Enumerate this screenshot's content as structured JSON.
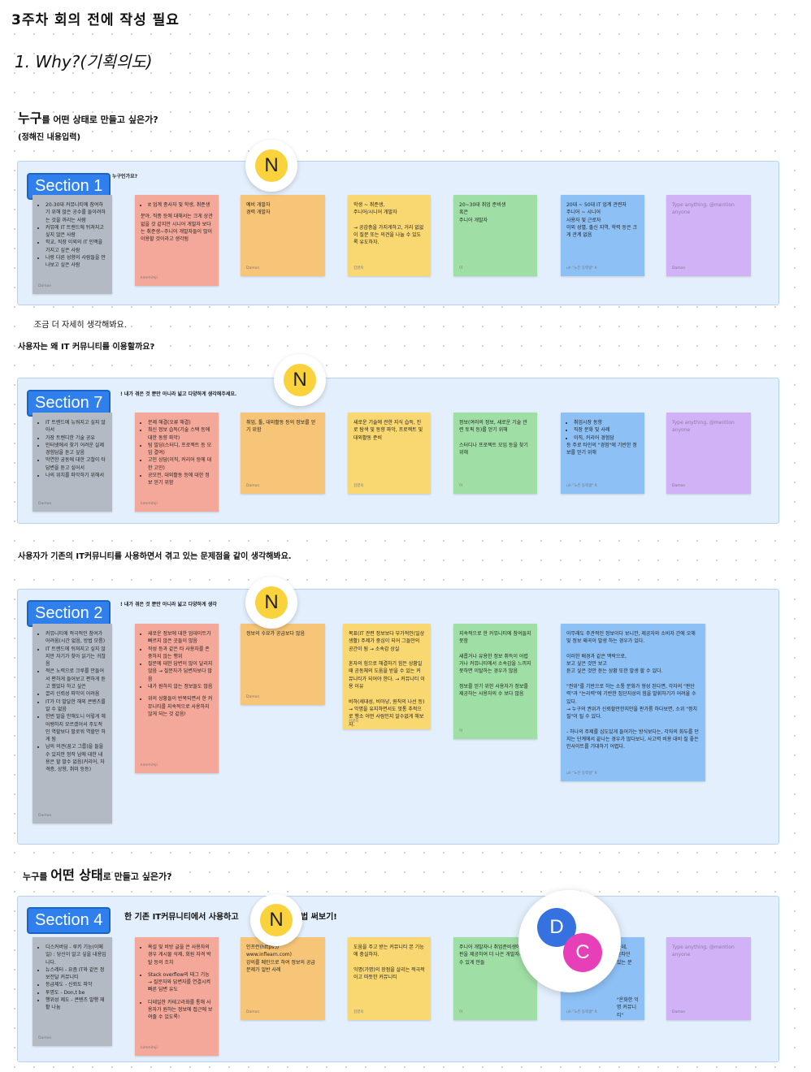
{
  "header": {
    "title": "3주차 회의 전에 작성 필요",
    "why": "1. Why?(기획의도)",
    "who_big": "누구",
    "who_rest": "를 어떤 상태로 만들고 싶은가?",
    "who_sub": "(정해진 내용입력)"
  },
  "texts": {
    "detail_more": "조금 더 자세히 생각해봐요.",
    "why_use": "사용자는 왜 IT 커뮤니티를 이용할까요?",
    "problems": "사용자가 기존의 IT커뮤니티를 사용하면서 겪고 있는 문제점을 같이 생각해봐요.",
    "state_pre": "누구를",
    "state_big": "어떤 상태",
    "state_post": "로 만들고 싶은가?"
  },
  "sections": [
    {
      "label": "Section 1",
      "header": "누구인가요?",
      "notes": [
        {
          "color": "grey",
          "bullets": [
            "20-30대 커뮤니티에 참여하기 위해 많은 공수를 들이려하는 것을 꺼리는 사람",
            "커뮤에 IT 트렌드에 뒤쳐지고 싶지 않은 사람",
            "학교, 직장 이외의 IT 인맥을 가지고 싶은 사람",
            "나랑 다른 성향의 사람들을 만나보고 싶은 사람"
          ],
          "author": "Damon"
        },
        {
          "color": "salmon",
          "bullets": [
            "It 업계 종사자 및 학생, 취준생"
          ],
          "body": "분야, 직종 등에 대해서는 크게 상관없을 것 같지만 시니어 개발자 보다는 취준생~주니어 개발자들이 많이 이용할 것이라고 생각됨",
          "author": "kimmimji"
        },
        {
          "color": "orange",
          "body": "예비 개발자\n경력 개발자",
          "author": "Damon"
        },
        {
          "color": "yellow",
          "body": "학생 ~ 취준생,\n주니어/시니어 개발자\n\n→ 공감층을 가지게하고, 거리 없없이 질문 또는 의견을 나눌 수 있도록 유도하자.",
          "author": "김영욱"
        },
        {
          "color": "green",
          "body": "20~30대 취업 준비생\n혹은\n주니어 개발자",
          "author": "이"
        },
        {
          "color": "blue",
          "body": "20대 ~ 50대 IT 업계 관련자\n주니어 ~ 시니어\n사용자 및 근로자\n이외 성별, 출신 지역, 학력 등은 크게 관계 없음",
          "author": "uh \"노은 동력왕\" K"
        },
        {
          "color": "purple",
          "placeholder": "Type anything, @mention anyone",
          "author": "Damon"
        }
      ]
    },
    {
      "label": "Section 7",
      "header": "! 내가 겪은 것 뿐만 아니라 넓고 다양하게 생각해주세요.",
      "notes": [
        {
          "color": "grey",
          "bullets": [
            "IT 트렌드에 뉴워지고 싶지 않아서",
            "가장 트렌디한 기술 공유",
            "인터넷에서 찾기 어려운 실제 경험담을 듣고 싶음",
            "막연한 궁동에 대한 고철이 타 답변을 듣고 싶어서",
            "나의 위치를 파악하기 위해서"
          ],
          "author": "Damon"
        },
        {
          "color": "salmon",
          "bullets": [
            "문제 해결(오류 해결)",
            "최신 정보 습득(기술 스택 등에 대한 동향 파악)",
            "팀 빌딩(스터디, 프로젝트 등 모임 결여)",
            "고민 상담(이직, 커리어 등에 대한 고민)",
            "공모전, 대외활동 등에 대한 정보 얻기 위함"
          ],
          "author": "kimmimji"
        },
        {
          "color": "orange",
          "body": "취업, 툴, 대외활동 등의 정보를 얻기 위함",
          "author": "Damon"
        },
        {
          "color": "yellow",
          "body": "새로운 기술에 관한 지식 습득, 진로 탐색 및 동향 파악, 프로젝트 및 대외활동 준비",
          "author": "김영욱"
        },
        {
          "color": "green",
          "body": "정보(여러의 정보, 새로운 기술 관련 토픽 등)를 얻기 위해\n\n스터디나 프로젝트 모임 등을 찾기 위해",
          "author": "이"
        },
        {
          "color": "blue",
          "bullets": [
            "취업시장 동향",
            "직장 문화 및 사례",
            "이직, 커리어 경험담"
          ],
          "body": "등 주로 타인의 \"경험\"에 기반한 정보를 얻기 위해",
          "author": "uh \"노은 동력왕\" K"
        },
        {
          "color": "purple",
          "placeholder": "Type anything, @mention anyone",
          "author": "Damon"
        }
      ]
    },
    {
      "label": "Section 2",
      "header": "! 내가 겪은 것 뿐만 아니라 넓고 다양하게 생각",
      "notes": [
        {
          "color": "grey",
          "bullets": [
            "커뮤니티에 적극적인 참여가 어려움(시간 없음, 방법 모름)",
            "IT 트렌드에 뒤쳐지고 싶지 않지만 자기가 찾아 읽기는 귀찮음",
            "적은 노력으로 크루를 만들어서 편하게 들어보고 편하게 듣고 했었다 하고 싶은",
            "끌리 신뢰성 파악이 어려움",
            "IT가 더 발달한 해외 콘텐츠를 알 수 없음",
            "한번 말을 안해도니 어렇게 헤어뱅하지 모르겠어서 주도적인 역할보다 팔로워 역할만 하게 됨",
            "남의 의견(꿈고 그룹)을 들을 수 있지만 정작 남에 대한 내용은 할 말수 없음(커리어, 자격증, 상향, 취미 등등)"
          ],
          "author": "Damon"
        },
        {
          "color": "salmon",
          "bullets": [
            "새로운 정보에 대한 업데이트가 빠르지 않은 곳들이 많음",
            "작성 등과 같은 타 사용자를 존중하지 않는 행위",
            "질문에 대한 답변이 많이 달리지 않음 → 질문자가 답변자보다 많음",
            "내가 원하지 않는 정보들도 많음",
            "위의 상황들이 반복되면서 한 커뮤니티를 지속적으로 사용하지 않게 되는 것 같음!"
          ],
          "author": "kimmimji"
        },
        {
          "color": "orange",
          "body": "정보의 수요가 공급보다 많음",
          "author": "Damon"
        },
        {
          "color": "yellow",
          "body": "목표(IT 관련 정보보다 부가적인(일상생활) 주제가 중심이 되어 그들만의 공간이 됨 → 소속감 상실\n\n혼자의 힘으로 해결하기 힘든 상황일 때 공동체의 도움을 받을 수 있는 커뮤니티가 되어야 한다. → 커뮤니티 이용 이유\n\n비하(세대성, 비아냥, 원칙의 나선 등)\n→ 악명을 유지하면서도 멋통 추적으로 행소 어떤 사람인지 알수없게 해보자.",
          "author": "김영욱"
        },
        {
          "color": "green",
          "body": "지속적으로 한 커뮤니티에 참여들지 못함\n\n새롭거나 유용한 정보 취득이 어렵거나 커뮤니티에서 소속감을 느끼지 못하면 이탈하는 경우가 많음\n\n정보를 얻기 위한 사용자가 정보를 제공하는 사용자의 수 보다 많음",
          "author": "이"
        },
        {
          "color": "blue",
          "body": "아무래도 주관적인 정보이다 보니깐, 제공자와 소비자 간에 오해 및 정보 왜곡이 발생 하는 경우가 있다.\n\n이러한 배경과 같은 맥락으로,\n보고 싶은 것만 보고\n듣고 싶은 것만 듣는 상황 또한 발생 할 수 있다.\n\n\"권위\"를 기반으로 하는 소통 문화가 형성 된다면, 각자의 \"판단력\"과 \"논리력\"에 기반한 집단지성의 힘을 발휘하기가 어려울 수 있다.\n   → 누구의 권위가 신뢰할만한지만을 판가름 하다보면, 소위 \"정치질\"이 될 수 있다.\n\n- 하나의 주제를 심도있게 들어가는 방식보다는, 각자의 화두를 던지는 단계에서 끝나는 경우가 많다보니, 사고력 비용 대비 질 좋은 인사이트를 기대하기 어렵다.",
          "author": "uh \"노은 동력왕\" K"
        }
      ]
    },
    {
      "label": "Section 4",
      "header": "한 기존 IT커뮤니티에서 사용하고",
      "header_right": "법 써보기!",
      "notes": [
        {
          "color": "grey",
          "bullets": [
            "디스커버딩 - 루키 기능(이메일) : 당신이 알고 싶을 내용입니다.",
            "뉴스레터 - 요즘 IT와 같은 정보전달 커뮤니티",
            "등급제도 - 신뢰도 파악",
            "투명도 - Don,t be",
            "행위성 제도 - 콘텐츠 발행 재활 나눔"
          ],
          "author": "Damon"
        },
        {
          "color": "salmon",
          "bullets": [
            "욕설 및 비방 글을 쓴 사용자의 경우 게시물 삭제, 회원 자격 박탈 등의 조치",
            "Stack overflow의 태그 기능 → 질문자와 답변자를 연결시켜 빠른 답변 유도",
            "디테일한 카테고라화를 통해 사용자가 원하는 정보에 접근에 보여줄 수 있도록!"
          ],
          "author": "kimmimji"
        },
        {
          "color": "orange",
          "body": "인프런(https://\nwww.inflearn.com)\n강의를 메인으로 하여 정보의 공급 문제가 일반 사례",
          "author": "Damon"
        },
        {
          "color": "yellow",
          "body": "도움을 주고 받는 커뮤니티 본 기능에 충실하자.\n\n익명(가명)의 장점을 살리는 적극적이고 따뜻한 커뮤니티",
          "author": "김영욱"
        },
        {
          "color": "green",
          "body": "주니어 개발자나 취업준비생에게 발판을 제공하여 더 나은 개발자가 될 수 있게 만들",
          "author": "이"
        },
        {
          "color": "blue",
          "body": "는데,\n혼타던\n있는 분\n\n\n\n\n\"온화한 익명 커뮤니티\"",
          "author": "uh \"노은 동력왕\" K"
        },
        {
          "color": "purple",
          "placeholder": "Type anything, @mention anyone",
          "author": "Damon"
        }
      ]
    }
  ],
  "avatars": [
    "N",
    "N",
    "N",
    "N",
    "D",
    "C"
  ],
  "colors": {
    "section_bg": "#e3effc",
    "section_label": "#2f80ed",
    "grey": "#b3bac4",
    "salmon": "#f4a89a",
    "orange": "#f7c577",
    "yellow": "#f9d771",
    "green": "#9fdfa5",
    "blue": "#8dc0f5",
    "purple": "#d2b2f6",
    "avatar_n": "#fad23c",
    "avatar_d": "#3671e0",
    "avatar_c": "#e63fb8"
  }
}
